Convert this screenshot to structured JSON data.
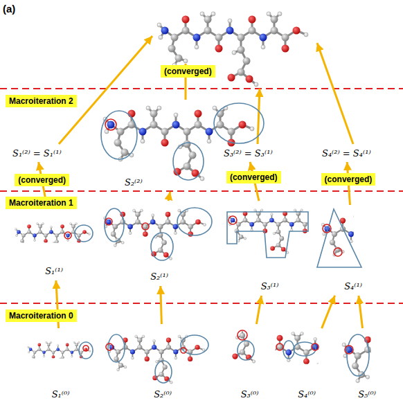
{
  "diagram": {
    "nodes": [
      {
        "text": [
          "Macroiteration 2"
        ]
      },
      {
        "text": [
          "S₁⁽²⁾ = S₁⁽¹⁾"
        ]
      },
      {
        "text": [
          "S₂⁽²⁾"
        ]
      },
      {
        "text": [
          "S₃⁽²⁾ = S₃⁽¹⁾"
        ]
      },
      {
        "text": [
          "S₄⁽²⁾ = S₄⁽¹⁾"
        ]
      },
      {
        "text": [
          "Macroiteration 1"
        ]
      },
      {
        "text": [
          "S₁⁽¹⁾"
        ]
      },
      {
        "text": [
          "S₂⁽¹⁾"
        ]
      },
      {
        "text": [
          "S₃⁽¹⁾"
        ]
      },
      {
        "text": [
          "S₄⁽¹⁾"
        ]
      },
      {
        "text": [
          "Macroiteration 0"
        ]
      },
      {
        "text": [
          "S₁⁽⁰⁾"
        ]
      },
      {
        "text": [
          "S₂⁽⁰⁾"
        ]
      },
      {
        "text": [
          "S₃⁽⁰⁾"
        ]
      },
      {
        "text": [
          "S₄⁽⁰⁾"
        ]
      },
      {
        "text": [
          "S₅⁽⁰⁾"
        ]
      }
    ],
    "edges": [
      {
        "from": 11,
        "to": 6,
        "arrow": "to"
      },
      {
        "from": 12,
        "to": 7,
        "arrow": "to"
      },
      {
        "from": 13,
        "to": 8,
        "arrow": "to"
      },
      {
        "from": 14,
        "to": 9,
        "arrow": "to"
      },
      {
        "from": 15,
        "to": 9,
        "arrow": "to"
      },
      {
        "from": 6,
        "to": 1,
        "label": "(converged)",
        "arrow": "to"
      },
      {
        "from": 7,
        "to": 2,
        "arrow": "to"
      },
      {
        "from": 8,
        "to": 3,
        "label": "(converged)",
        "arrow": "to"
      },
      {
        "from": 9,
        "to": 4,
        "label": "(converged)",
        "arrow": "to"
      }
    ],
    "labels": [
      "(a)",
      "(converged)"
    ]
  }
}
